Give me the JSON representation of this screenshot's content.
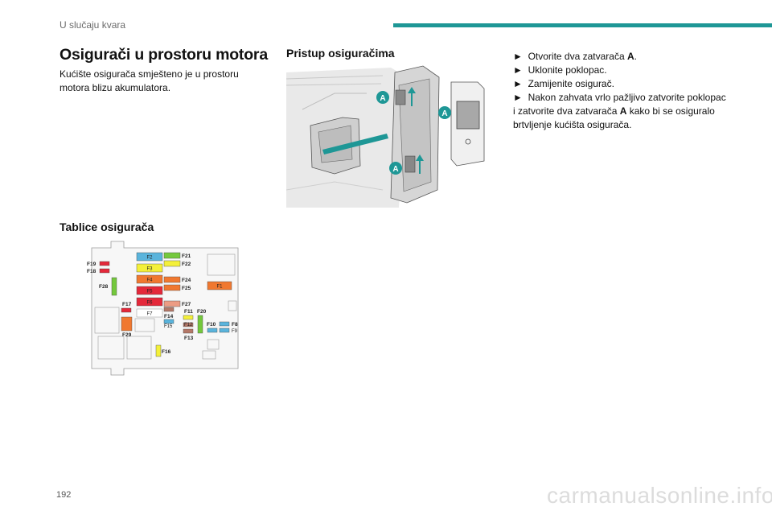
{
  "header": {
    "section_title": "U slučaju kvara",
    "accent_color": "#1e9796"
  },
  "main_title": "Osigurači u prostoru motora",
  "intro_text": "Kućište osigurača smješteno je u prostoru motora blizu akumulatora.",
  "access_title": "Pristup osiguračima",
  "tables_title": "Tablice osigurača",
  "steps": [
    {
      "marker": "►",
      "text_before": "Otvorite dva zatvarača ",
      "bold": "A",
      "text_after": "."
    },
    {
      "marker": "►",
      "text_before": "Uklonite poklopac.",
      "bold": "",
      "text_after": ""
    },
    {
      "marker": "►",
      "text_before": "Zamijenite osigurač.",
      "bold": "",
      "text_after": ""
    },
    {
      "marker": "►",
      "text_before": "Nakon zahvata vrlo pažljivo zatvorite poklopac i zatvorite dva zatvarača ",
      "bold": "A",
      "text_after": " kako bi se osiguralo brtvljenje kućišta osigurača."
    }
  ],
  "callouts": {
    "a1": "A",
    "a2": "A",
    "a3": "A"
  },
  "fuses": {
    "F1": "F1",
    "F2": "F2",
    "F3": "F3",
    "F4": "F4",
    "F5": "F5",
    "F6": "F6",
    "F7": "F7",
    "F8": "F8",
    "F9": "F9",
    "F10": "F10",
    "F11": "F11",
    "F12": "F12",
    "F13": "F13",
    "F14": "F14",
    "F15": "F15",
    "F16": "F16",
    "F17": "F17",
    "F18": "F18",
    "F19": "F19",
    "F20": "F20",
    "F21": "F21",
    "F22": "F22",
    "F24": "F24",
    "F25": "F25",
    "F27": "F27",
    "F28": "F28",
    "F29": "F29"
  },
  "fuse_colors": {
    "blue": "#5ab4dc",
    "yellow": "#f4f03a",
    "orange": "#f07830",
    "red": "#e4283a",
    "green": "#74c83c",
    "salmon": "#ec9c84",
    "brown": "#b47868"
  },
  "page_number": "192",
  "watermark": "carmanualsonline.info"
}
